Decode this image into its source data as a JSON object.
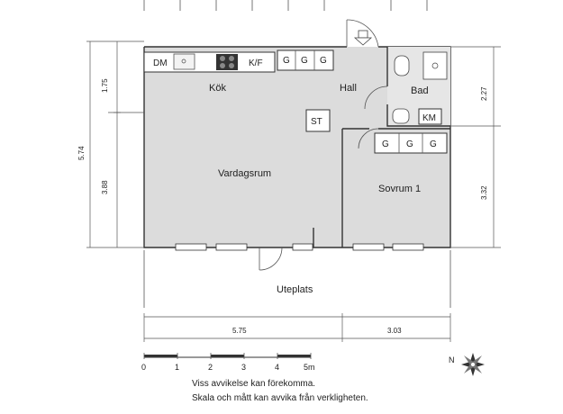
{
  "rooms": {
    "kitchen": "Kök",
    "hall": "Hall",
    "bath": "Bad",
    "living": "Vardagsrum",
    "bedroom": "Sovrum 1",
    "patio": "Uteplats"
  },
  "fixtures": {
    "dishwasher": "DM",
    "fridge_freezer": "K/F",
    "storage": "ST",
    "washer": "KM",
    "wardrobe": "G"
  },
  "dimensions": {
    "kitchen_depth": "1.75",
    "living_depth": "3.88",
    "total_depth": "5.74",
    "bath_depth": "2.27",
    "bedroom_depth": "3.32",
    "living_width": "5.75",
    "bedroom_width": "3.03"
  },
  "scale": {
    "ticks": [
      "0",
      "1",
      "2",
      "3",
      "4",
      "5m"
    ]
  },
  "compass": {
    "north": "N"
  },
  "notes": [
    "Viss avvikelse kan förekomma.",
    "Skala och mått kan avvika från verkligheten."
  ]
}
